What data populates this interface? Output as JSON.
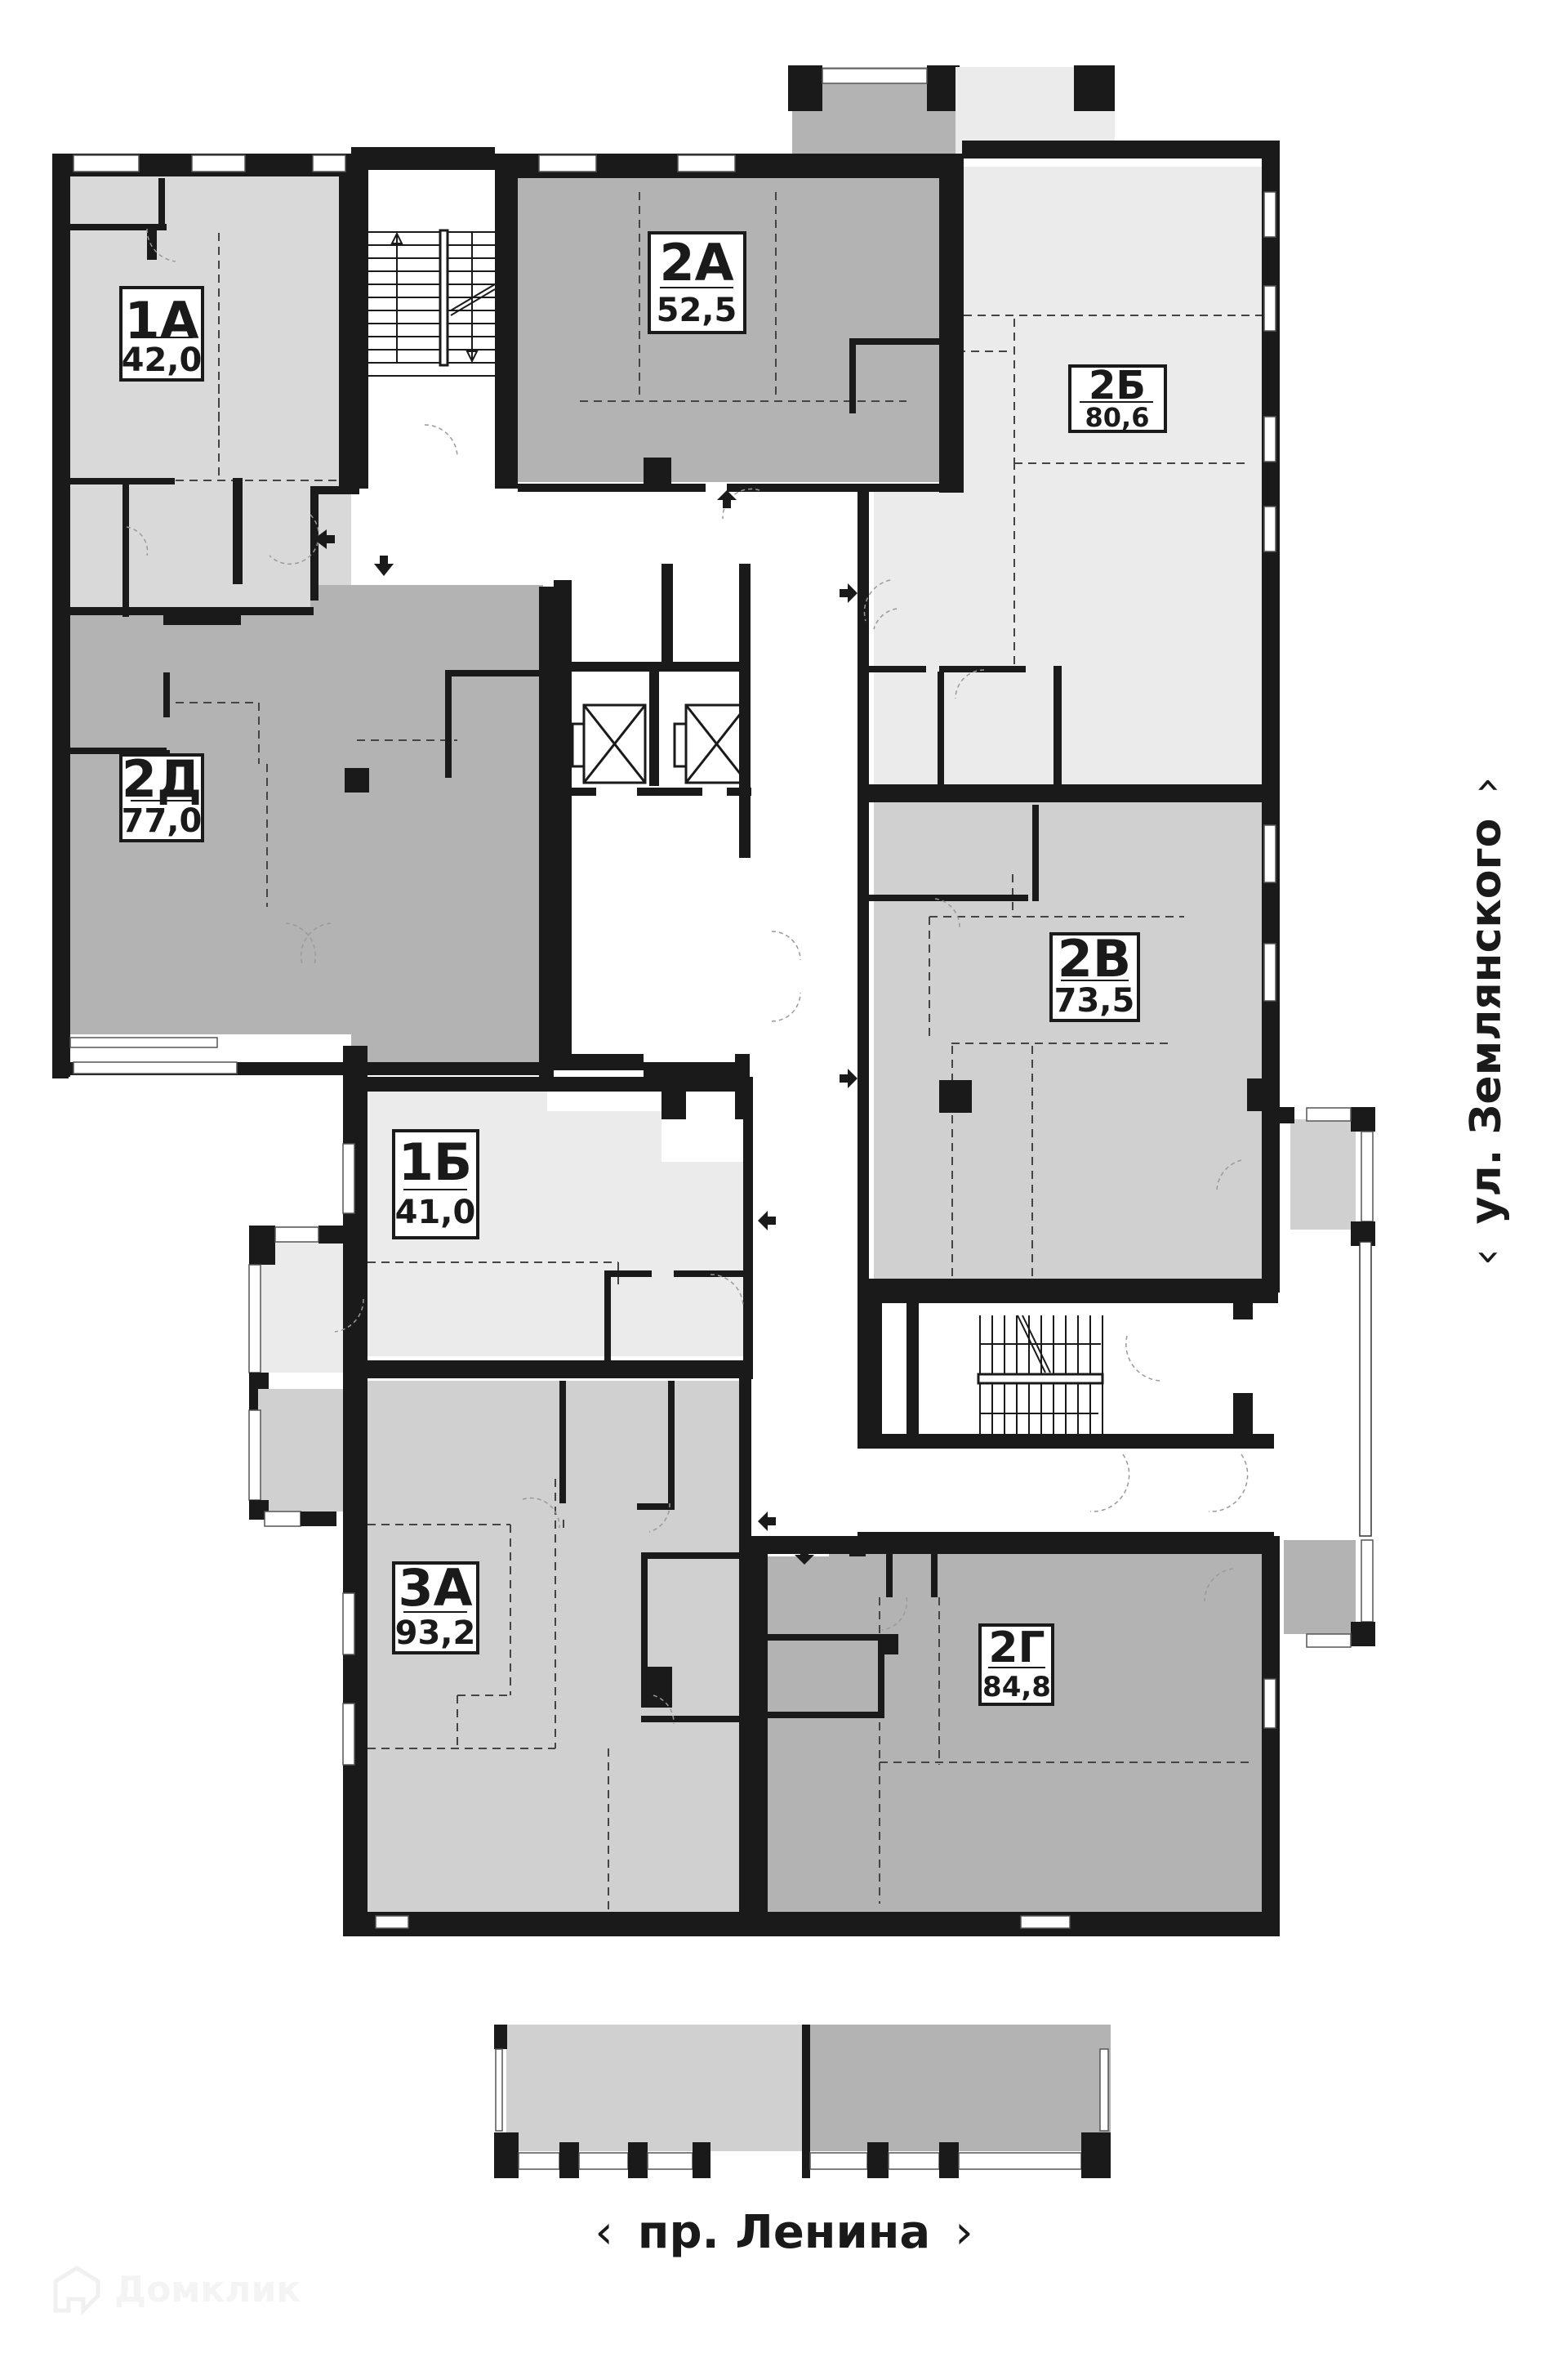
{
  "plan": {
    "colors": {
      "wall": "#1a1a1a",
      "dark_unit": "#b3b3b3",
      "mid_unit": "#d0d0d0",
      "light_unit": "#d9d9d9",
      "pale_unit": "#ebebeb",
      "common_area": "#ffffff"
    },
    "units": [
      {
        "id": "1A",
        "name": "1А",
        "area": "42,0",
        "fill": "#d9d9d9"
      },
      {
        "id": "2A",
        "name": "2А",
        "area": "52,5",
        "fill": "#b3b3b3"
      },
      {
        "id": "2B",
        "name": "2Б",
        "area": "80,6",
        "fill": "#ebebeb"
      },
      {
        "id": "2D",
        "name": "2Д",
        "area": "77,0",
        "fill": "#b3b3b3"
      },
      {
        "id": "2V",
        "name": "2В",
        "area": "73,5",
        "fill": "#d0d0d0"
      },
      {
        "id": "1B",
        "name": "1Б",
        "area": "41,0",
        "fill": "#ebebeb"
      },
      {
        "id": "3A",
        "name": "3А",
        "area": "93,2",
        "fill": "#d0d0d0"
      },
      {
        "id": "2G",
        "name": "2Г",
        "area": "84,8",
        "fill": "#b3b3b3"
      }
    ],
    "common": {
      "stairs": 2,
      "elevators": 2
    }
  },
  "streets": {
    "bottom": {
      "name": "пр. Ленина",
      "left_arrow": "‹",
      "right_arrow": "›"
    },
    "right": {
      "name": "ул. Землянского",
      "left_arrow": "‹",
      "right_arrow": "›"
    }
  },
  "watermark": {
    "text": "Домклик"
  }
}
